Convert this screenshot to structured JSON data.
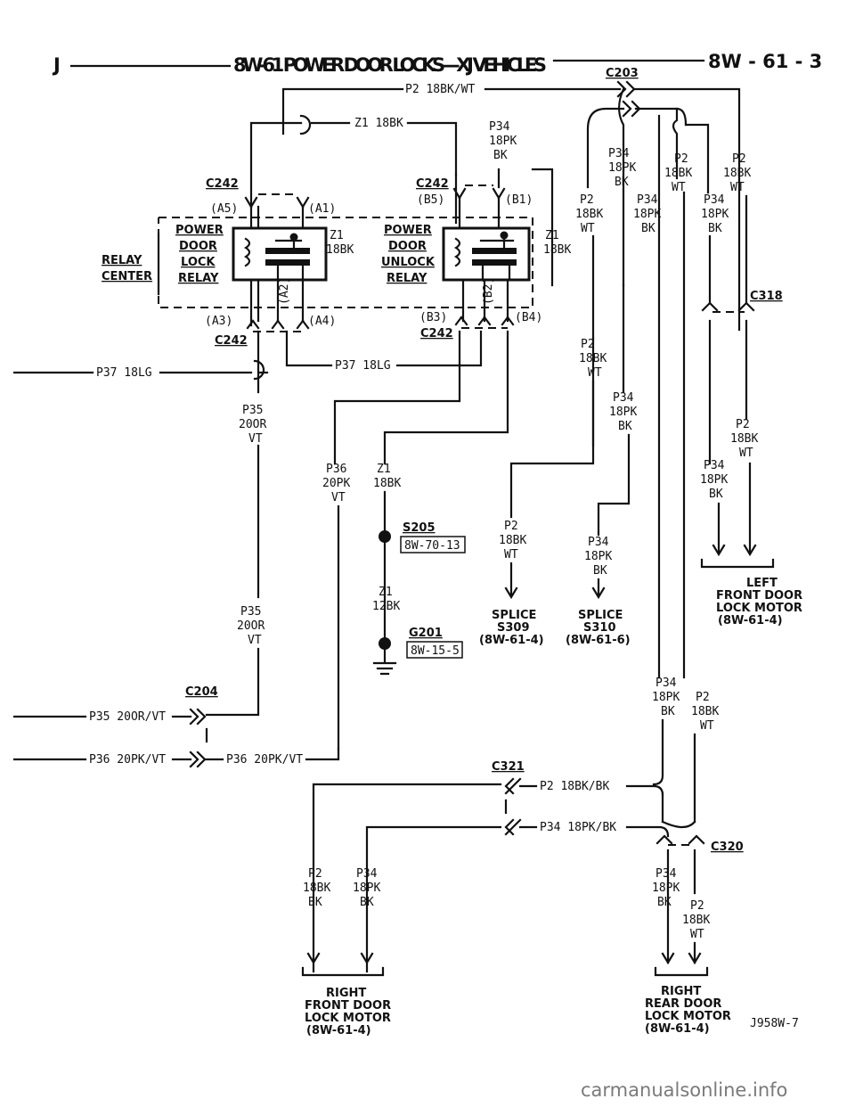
{
  "header": {
    "section_letter": "J",
    "title": "8W-61 POWER DOOR LOCKS—XJ VEHICLES",
    "page_ref": "8W - 61 - 3"
  },
  "connectors": {
    "c203": "C203",
    "c242_top_left": "C242",
    "c242_top_right": "C242",
    "c242_bot_left": "C242",
    "c242_bot_right": "C242",
    "c318": "C318",
    "c204": "C204",
    "c321": "C321",
    "c320": "C320"
  },
  "pins": {
    "a5": "(A5)",
    "a1": "(A1)",
    "b5": "(B5)",
    "b1": "(B1)",
    "a3": "(A3)",
    "a4": "(A4)",
    "b3": "(B3)",
    "b4": "(B4)",
    "a2": "(A2)",
    "b2": "(B2)"
  },
  "relay_center": [
    "RELAY",
    "CENTER"
  ],
  "lock_relay": [
    "POWER",
    "DOOR",
    "LOCK",
    "RELAY"
  ],
  "unlock_relay": [
    "POWER",
    "DOOR",
    "UNLOCK",
    "RELAY"
  ],
  "wires": {
    "p2_top": "P2 18BK/WT",
    "z1_top": "Z1 18BK",
    "p34_a": [
      "P34",
      "18PK",
      "BK"
    ],
    "p34_b": [
      "P34",
      "18PK",
      "BK"
    ],
    "p2_b": [
      "P2",
      "18BK",
      "WT"
    ],
    "p2_c": [
      "P2",
      "18BK",
      "WT"
    ],
    "p2_d": [
      "P2",
      "18BK",
      "WT"
    ],
    "p34_c": [
      "P34",
      "18PK",
      "BK"
    ],
    "p34_d": [
      "P34",
      "18PK",
      "BK"
    ],
    "z1_lock": [
      "Z1",
      "18BK"
    ],
    "z1_unlock": [
      "Z1",
      "18BK"
    ],
    "p37_left": "P37 18LG",
    "p37_mid": "P37 18LG",
    "p2_e": [
      "P2",
      "18BK",
      "WT"
    ],
    "p34_e": [
      "P34",
      "18PK",
      "BK"
    ],
    "p35_a": [
      "P35",
      "20OR",
      "VT"
    ],
    "p36_a": [
      "P36",
      "20PK",
      "VT"
    ],
    "z1_c": [
      "Z1",
      "18BK"
    ],
    "p2_right": [
      "P2",
      "18BK",
      "WT"
    ],
    "p34_right": [
      "P34",
      "18PK",
      "BK"
    ],
    "p2_f": [
      "P2",
      "18BK",
      "WT"
    ],
    "p34_f": [
      "P34",
      "18PK",
      "BK"
    ],
    "z1_d": [
      "Z1",
      "12BK"
    ],
    "p35_b": [
      "P35",
      "20OR",
      "VT"
    ],
    "p35_line": "P35 20OR/VT",
    "p36_line": "P36 20PK/VT",
    "p36_line2": "P36 20PK/VT",
    "p34_g": [
      "P34",
      "18PK",
      "BK"
    ],
    "p2_g": [
      "P2",
      "18BK",
      "WT"
    ],
    "p2_bk": "P2 18BK/BK",
    "p34_bk": "P34 18PK/BK",
    "p2_h": [
      "P2",
      "18BK",
      "BK"
    ],
    "p34_h": [
      "P34",
      "18PK",
      "BK"
    ],
    "p34_i": [
      "P34",
      "18PK",
      "BK"
    ],
    "p2_i": [
      "P2",
      "18BK",
      "WT"
    ]
  },
  "splices": {
    "s205": "S205",
    "s205_ref": "8W-70-13",
    "g201": "G201",
    "g201_ref": "8W-15-5",
    "s309": [
      "SPLICE",
      "S309",
      "(8W-61-4)"
    ],
    "s310": [
      "SPLICE",
      "S310",
      "(8W-61-6)"
    ]
  },
  "motors": {
    "left_front": [
      "LEFT",
      "FRONT DOOR",
      "LOCK MOTOR",
      "(8W-61-4)"
    ],
    "right_front": [
      "RIGHT",
      "FRONT DOOR",
      "LOCK MOTOR",
      "(8W-61-4)"
    ],
    "right_rear": [
      "RIGHT",
      "REAR DOOR",
      "LOCK MOTOR",
      "(8W-61-4)"
    ]
  },
  "figure_id": "J958W-7",
  "watermark": "carmanualsonline.info"
}
